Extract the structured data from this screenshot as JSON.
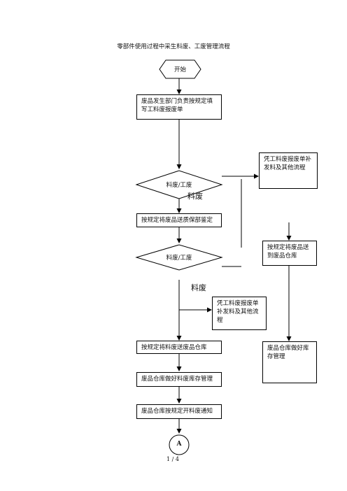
{
  "document": {
    "title": "零部件使用过程中采生料废、工废管理流程",
    "page_number": "1 / 4"
  },
  "flowchart": {
    "start": "开始",
    "step_fill_form": "废品发生部门负责按规定填写工料废报废单",
    "decision_1": "料废/工废",
    "label_scrap_1": "料废",
    "step_send_qa": "按规定将废品送质保部鉴定",
    "decision_2": "料废/工废",
    "label_scrap_2": "料废",
    "step_supply_1": "凭工料废报废单补发料及其他流程",
    "step_supply_2": "凭工料废报废单补发料及其他流程",
    "step_send_warehouse_right": "按规定将废品送到废品仓库",
    "step_warehouse_right": "废品仓库做好库存管理",
    "step_send_warehouse": "按规定将料废送废品仓库",
    "step_inventory": "废品仓库做好料废库存管理",
    "step_notice": "废品仓库按规定开料废通知",
    "connector": "A"
  }
}
